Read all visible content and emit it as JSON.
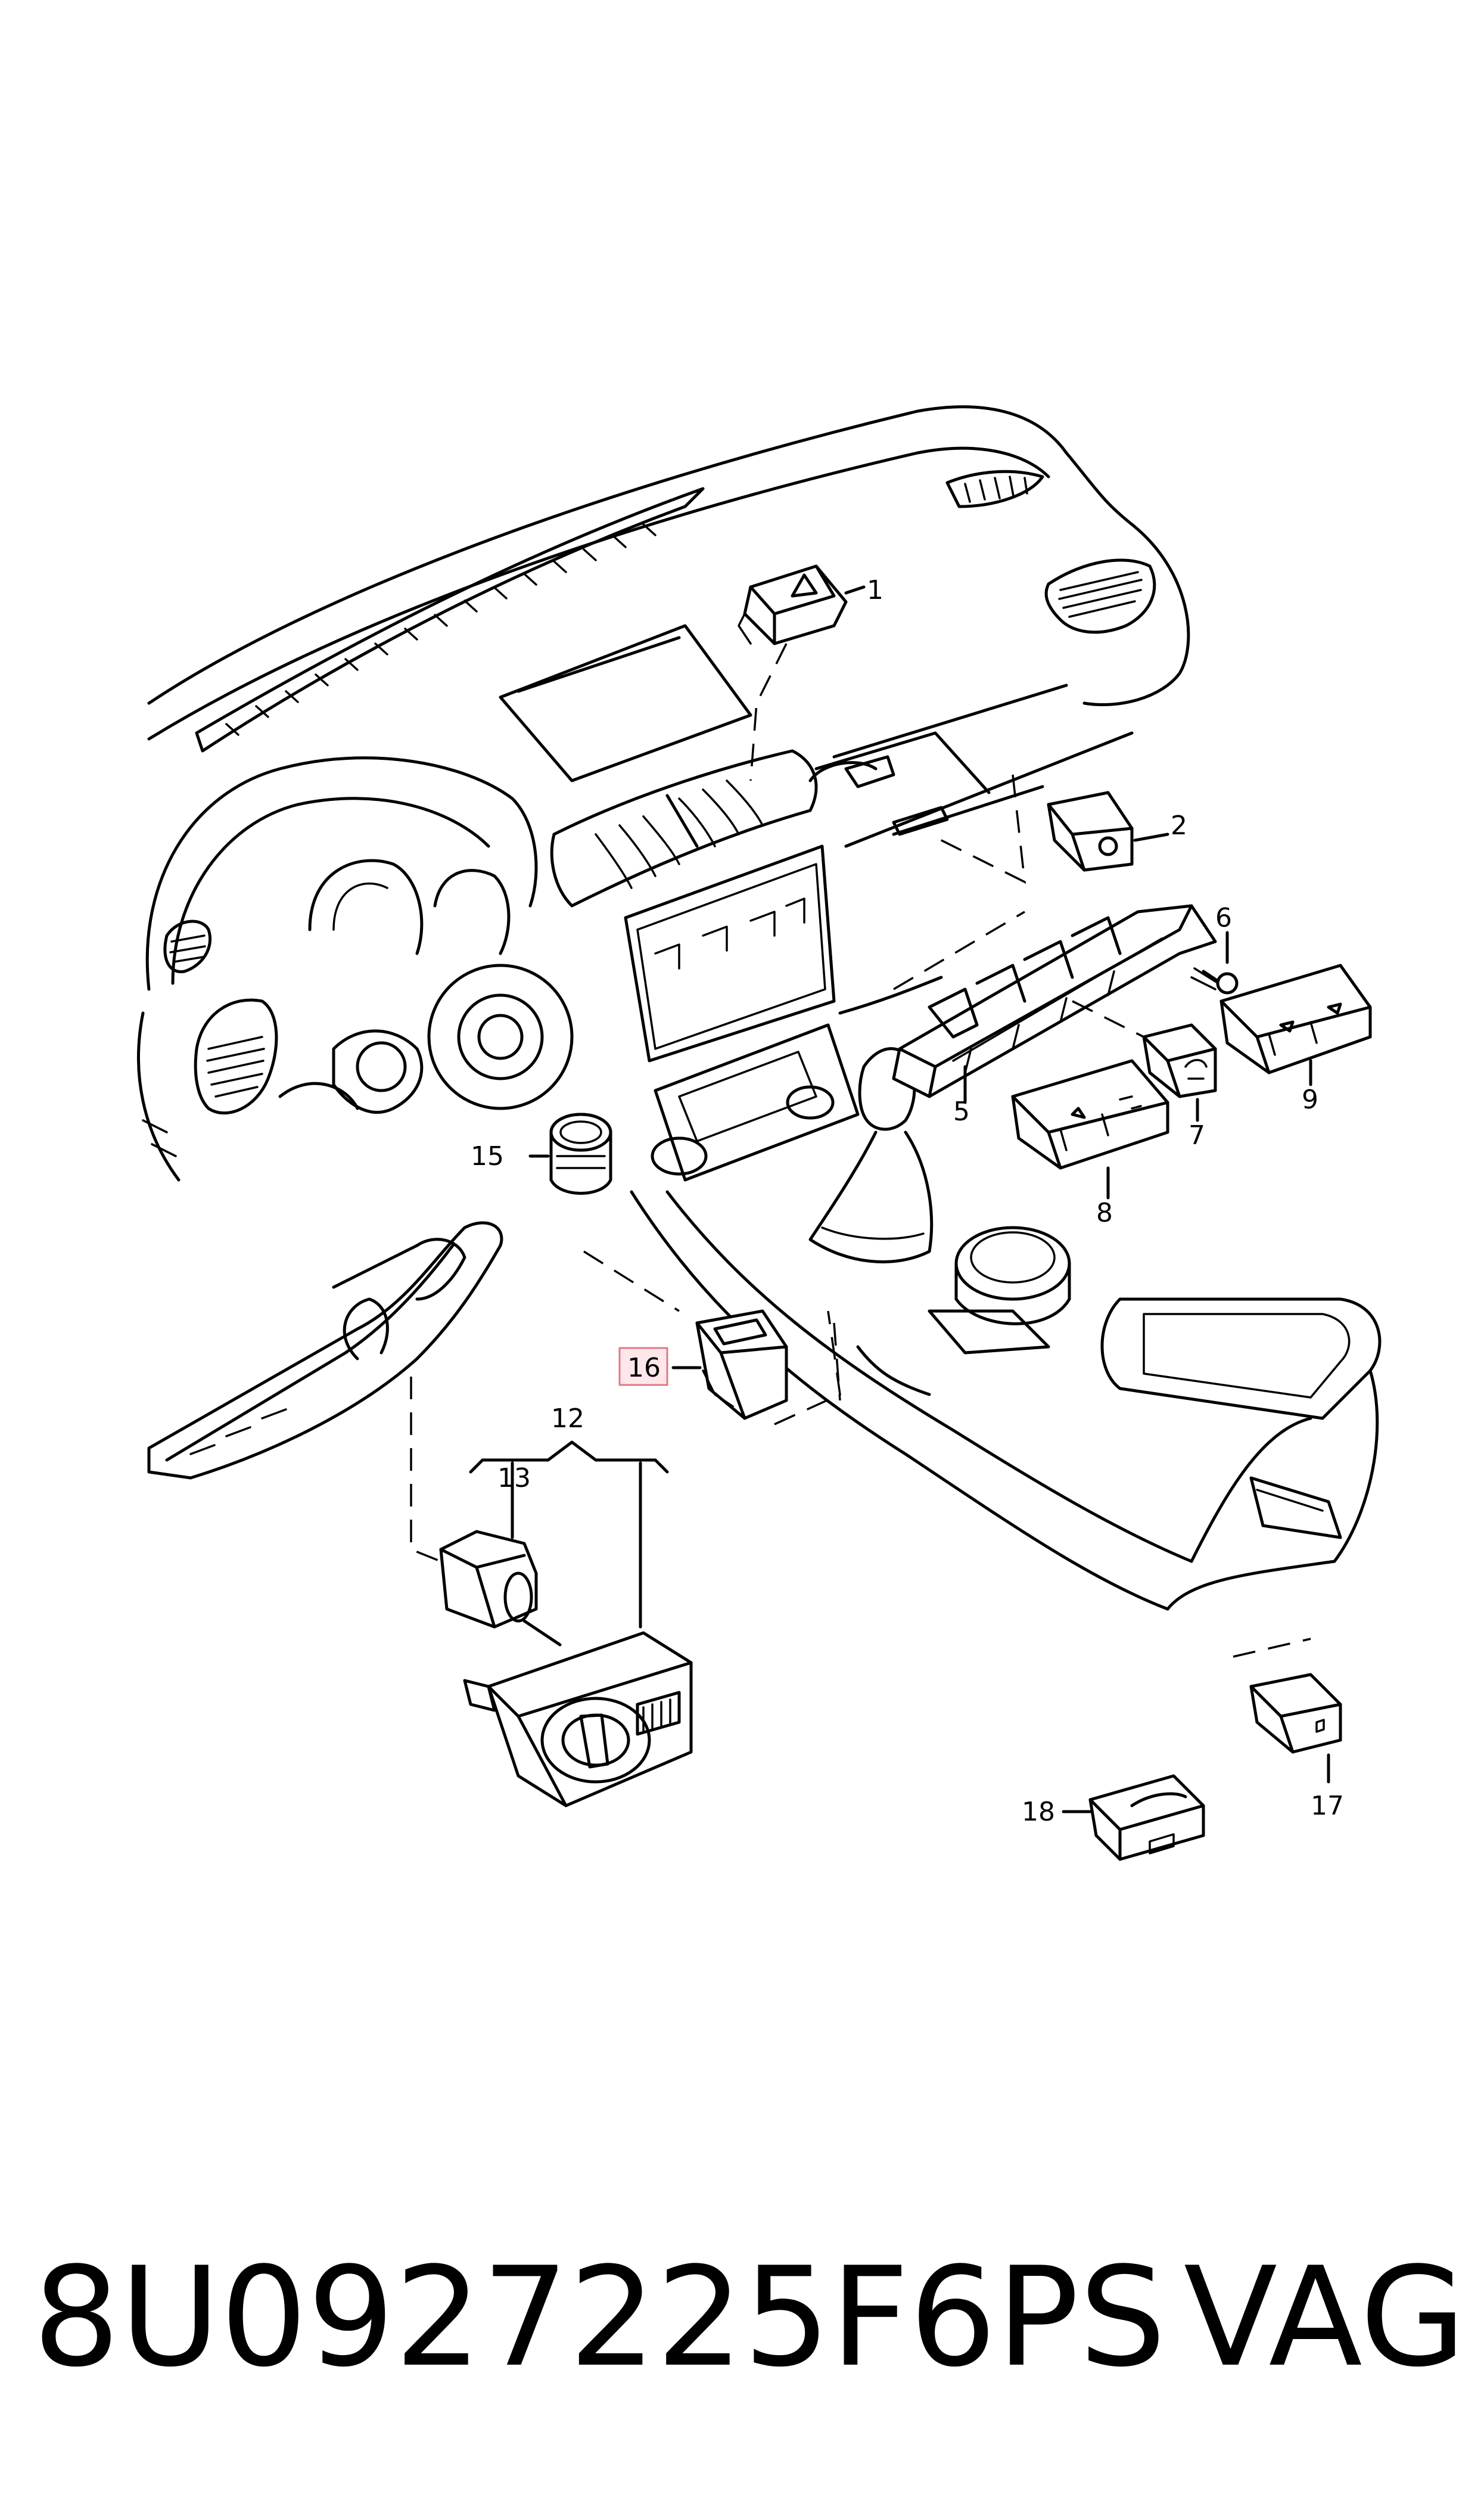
{
  "callouts": {
    "c1": "1",
    "c2": "2",
    "c5": "5",
    "c6": "6",
    "c7": "7",
    "c8": "8",
    "c9": "9",
    "c12": "12",
    "c13": "13",
    "c15": "15",
    "c16": "16",
    "c17": "17",
    "c18": "18"
  },
  "highlighted_callout": "16",
  "footer": {
    "part_number": "8U0927225F6PS",
    "brand": "VAG"
  }
}
